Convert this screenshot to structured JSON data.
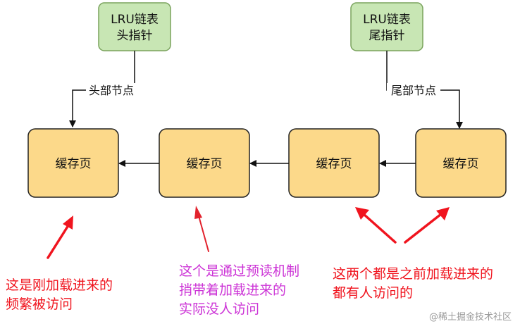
{
  "head_pointer": {
    "line1": "LRU链表",
    "line2": "头指针"
  },
  "tail_pointer": {
    "line1": "LRU链表",
    "line2": "尾指针"
  },
  "head_node_label": "头部节点",
  "tail_node_label": "尾部节点",
  "pages": [
    "缓存页",
    "缓存页",
    "缓存页",
    "缓存页"
  ],
  "annotations": {
    "left": [
      "这是刚加载进来的",
      "频繁被访问"
    ],
    "middle": [
      "这个是通过预读机制",
      "捎带着加载进来的",
      "实际没人访问"
    ],
    "right": [
      "这两个都是之前加载进来的",
      "都有人访问的"
    ]
  },
  "watermark": "@稀土掘金技术社区",
  "colors": {
    "pointer_fill": "#c8e6b4",
    "pointer_stroke": "#7aa35d",
    "page_fill": "#fcd98a",
    "page_stroke": "#222222",
    "annotation_red": "#f0141e",
    "annotation_magenta": "#cc33d6"
  }
}
